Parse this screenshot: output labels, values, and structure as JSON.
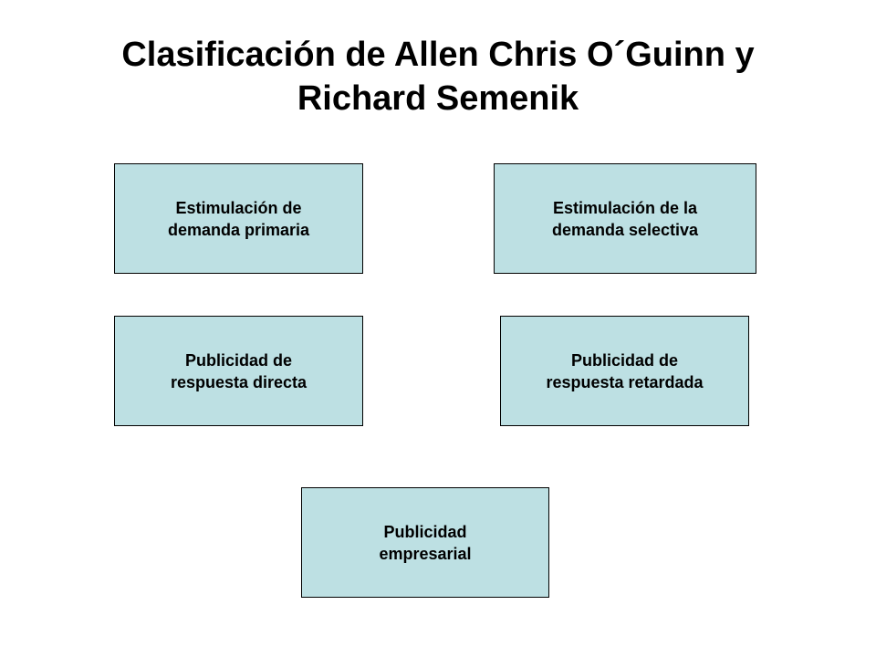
{
  "title": {
    "line1": "Clasificación de Allen Chris O´Guinn  y",
    "line2": "Richard Semenik"
  },
  "boxes": [
    {
      "line1": "Estimulación de",
      "line2": "demanda primaria"
    },
    {
      "line1": "Estimulación de la",
      "line2": "demanda selectiva"
    },
    {
      "line1": "Publicidad de",
      "line2": "respuesta directa"
    },
    {
      "line1": "Publicidad de",
      "line2": "respuesta retardada"
    },
    {
      "line1": "Publicidad",
      "line2": "empresarial"
    }
  ],
  "colors": {
    "box_fill": "#bde0e3",
    "box_border": "#000000",
    "text": "#000000",
    "background": "#ffffff"
  }
}
